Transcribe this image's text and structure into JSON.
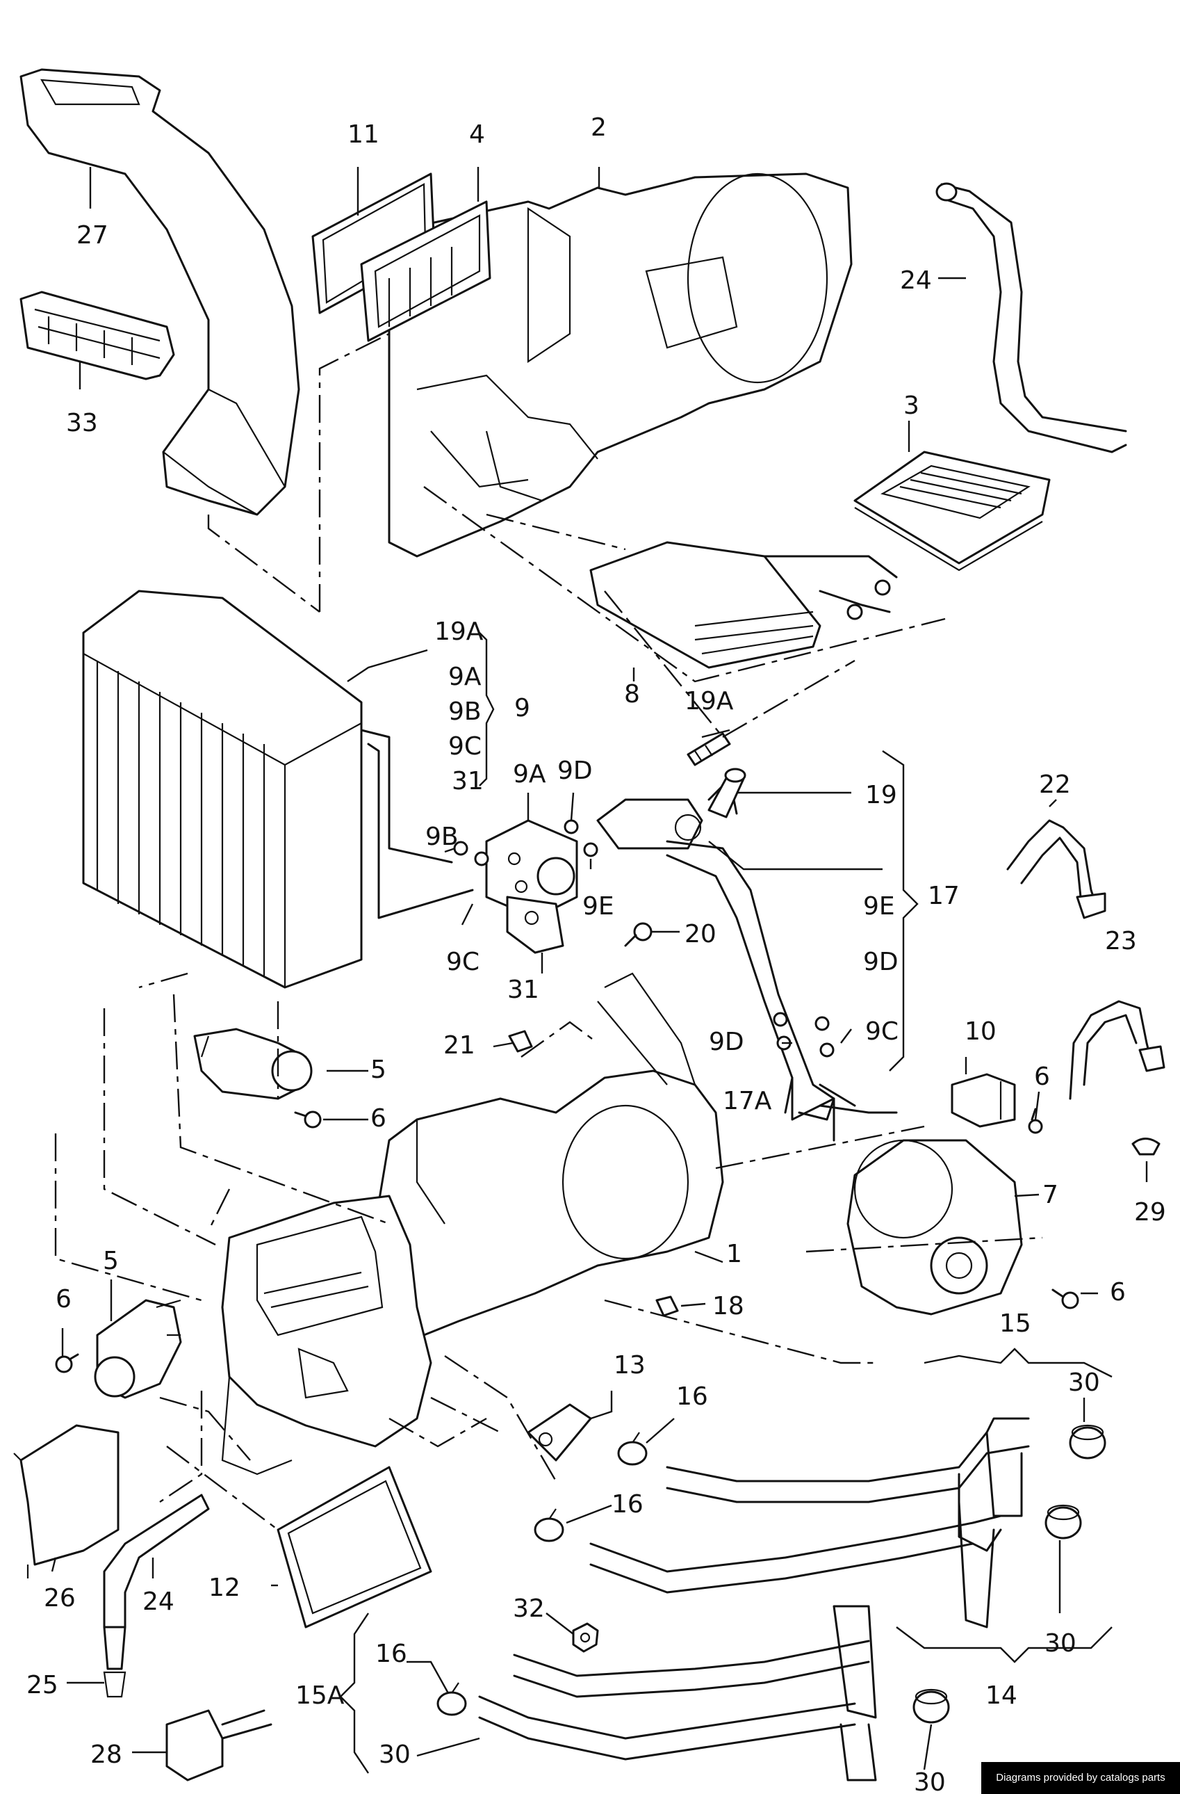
{
  "labels": {
    "p27": "27",
    "p11": "11",
    "p4": "4",
    "p2": "2",
    "p24a": "24",
    "p33": "33",
    "p3": "3",
    "p19A_top": "19A",
    "p9A_a": "9A",
    "p9B_a": "9B",
    "p9C_a": "9C",
    "p31_a": "31",
    "p9": "9",
    "p8": "8",
    "p19A_bolt": "19A",
    "p22": "22",
    "p9A_b": "9A",
    "p9D_a": "9D",
    "p19": "19",
    "p9B_b": "9B",
    "p9E_a": "9E",
    "p9E_b": "9E",
    "p17": "17",
    "p23": "23",
    "p9C_b": "9C",
    "p20": "20",
    "p31_b": "31",
    "p9D_b": "9D",
    "p5_a": "5",
    "p9D_c": "9D",
    "p9C_c": "9C",
    "p21": "21",
    "p10": "10",
    "p6_a": "6",
    "p17A": "17A",
    "p6_b": "6",
    "p29": "29",
    "p7": "7",
    "p5_b": "5",
    "p1": "1",
    "p6_c": "6",
    "p6_d": "6",
    "p18": "18",
    "p15": "15",
    "p13": "13",
    "p16_a": "16",
    "p30_a": "30",
    "p16_b": "16",
    "p26": "26",
    "p24_b": "24",
    "p12": "12",
    "p30_b": "30",
    "p32": "32",
    "p25": "25",
    "p16_c": "16",
    "p15A": "15A",
    "p14": "14",
    "p28": "28",
    "p30_c": "30",
    "p30_d": "30"
  },
  "footer": {
    "credit": "Diagrams provided by catalogs parts"
  }
}
